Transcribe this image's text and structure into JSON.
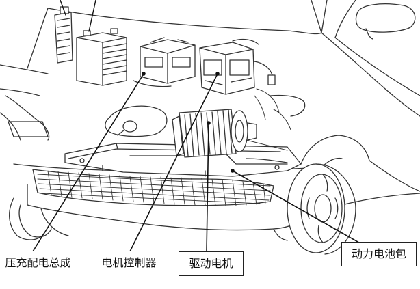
{
  "labels": {
    "high_voltage_dist": "压充配电总成",
    "motor_controller": "电机控制器",
    "drive_motor": "驱动电机",
    "battery_pack": "动力电池包"
  }
}
